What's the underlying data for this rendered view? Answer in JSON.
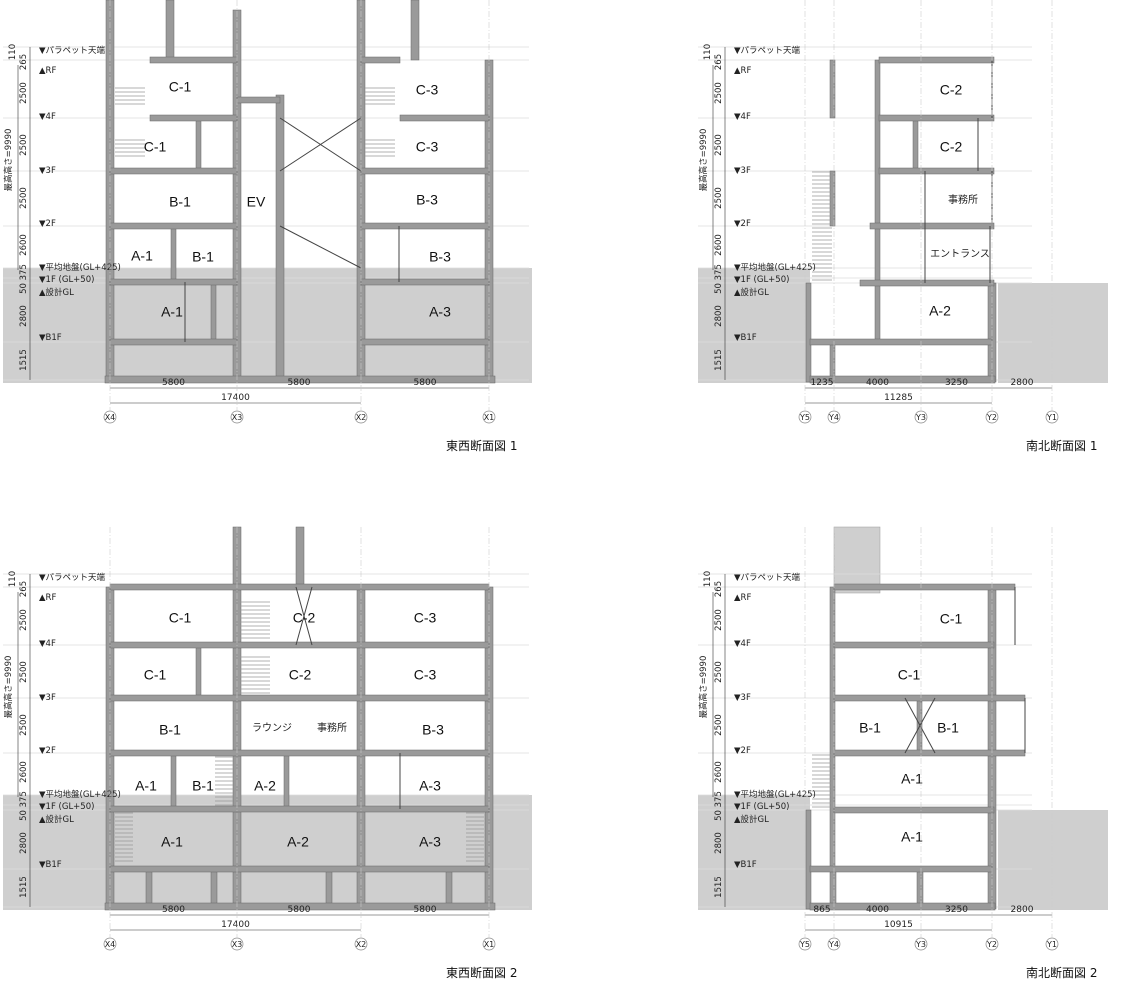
{
  "levels": {
    "labels": [
      "▼パラペット天端",
      "▲RF",
      "▼4F",
      "▼3F",
      "▼2F",
      "▼平均地盤(GL+425)",
      "▼1F (GL+50)",
      "▲設計GL",
      "▼B1F"
    ],
    "dims": [
      "110",
      "265",
      "2500",
      "2500",
      "2500",
      "2600",
      "50 375",
      "2800",
      "1515"
    ],
    "max_height": "最高高さ=9990"
  },
  "panels": {
    "ew1": {
      "title": "東西断面図 1",
      "rooms": [
        "C-1",
        "C-1",
        "B-1",
        "EV",
        "A-1",
        "B-1",
        "A-1",
        "C-3",
        "C-3",
        "B-3",
        "B-3",
        "A-3"
      ],
      "spans": [
        "5800",
        "5800",
        "5800"
      ],
      "total": "17400",
      "grids": [
        "X4",
        "X3",
        "X2",
        "X1"
      ]
    },
    "ns1": {
      "title": "南北断面図 1",
      "rooms": [
        "C-2",
        "C-2",
        "事務所",
        "エントランス",
        "A-2"
      ],
      "spans": [
        "1235",
        "4000",
        "3250",
        "2800"
      ],
      "total": "11285",
      "grids": [
        "Y5",
        "Y4",
        "Y3",
        "Y2",
        "Y1"
      ]
    },
    "ew2": {
      "title": "東西断面図 2",
      "rooms": [
        "C-1",
        "C-1",
        "B-1",
        "ラウンジ",
        "事務所",
        "C-2",
        "C-2",
        "C-3",
        "C-3",
        "B-3",
        "A-1",
        "B-1",
        "A-2",
        "A-3",
        "A-1",
        "A-2",
        "A-3"
      ],
      "spans": [
        "5800",
        "5800",
        "5800"
      ],
      "total": "17400",
      "grids": [
        "X4",
        "X3",
        "X2",
        "X1"
      ]
    },
    "ns2": {
      "title": "南北断面図 2",
      "rooms": [
        "C-1",
        "C-1",
        "B-1",
        "B-1",
        "A-1",
        "A-1"
      ],
      "spans": [
        "865",
        "4000",
        "3250",
        "2800"
      ],
      "total": "10915",
      "grids": [
        "Y5",
        "Y4",
        "Y3",
        "Y2",
        "Y1"
      ]
    }
  },
  "colors": {
    "ground": "#cfcfcf",
    "structure": "#9a9a9a",
    "line": "#444444"
  }
}
